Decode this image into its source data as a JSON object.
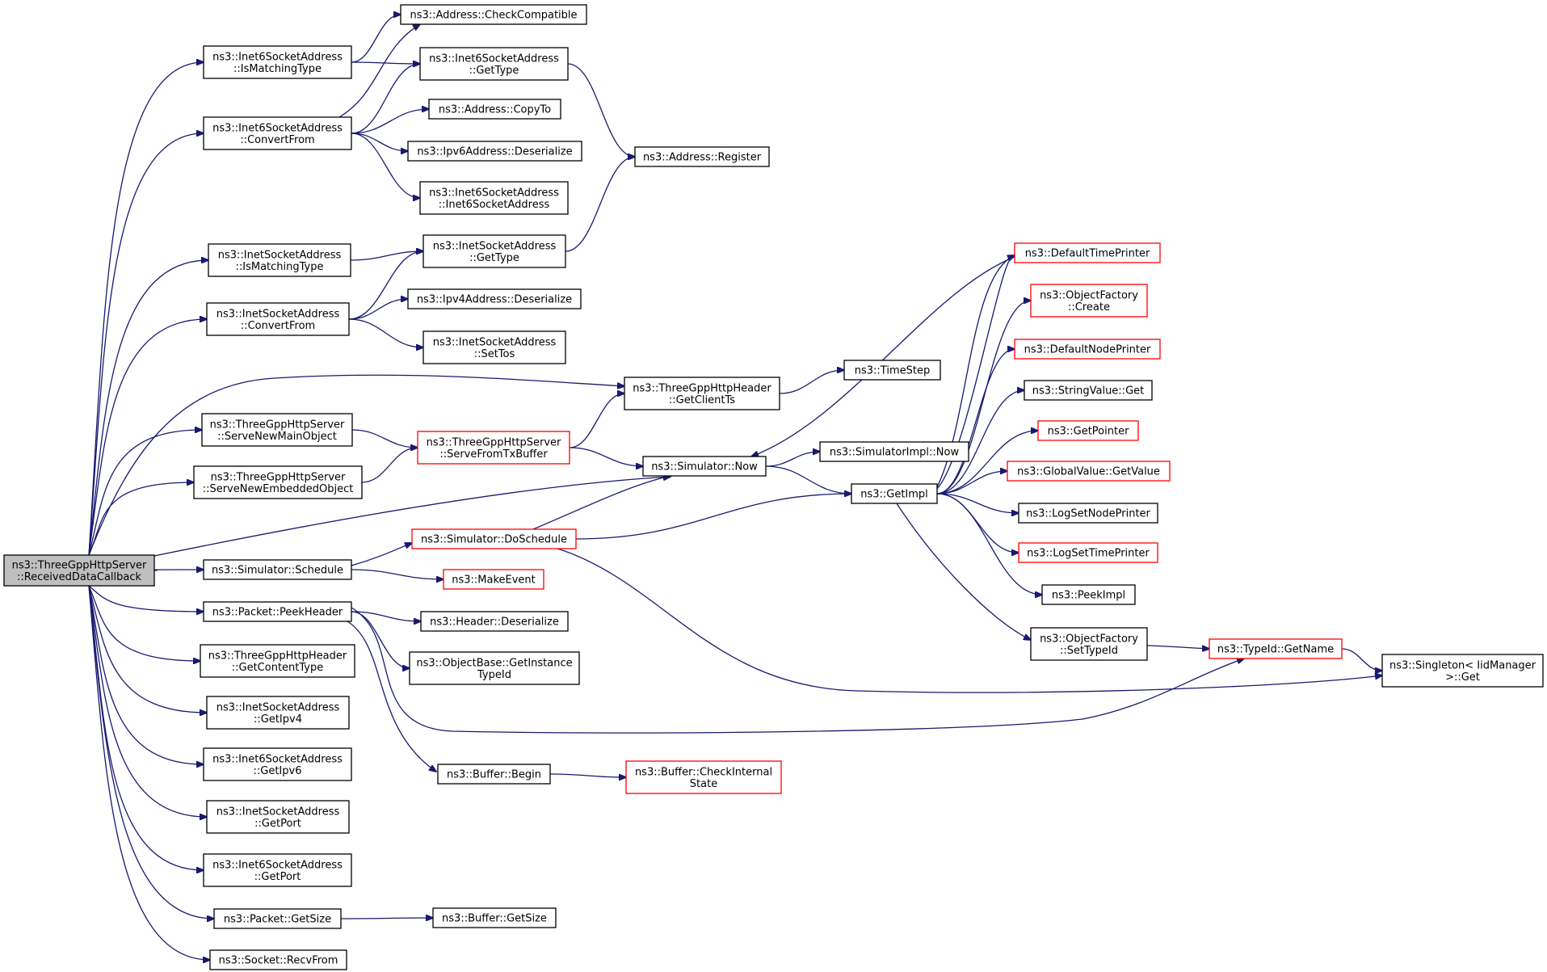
{
  "colors": {
    "edge": "#191970",
    "node_border": "#000000",
    "node_border_truncated": "#ff0000",
    "root_fill": "#bfbfbf",
    "node_fill": "#ffffff"
  },
  "nodes": [
    {
      "id": "root",
      "lines": [
        "ns3::ThreeGppHttpServer",
        "::ReceivedDataCallback"
      ],
      "kind": "root"
    },
    {
      "id": "inet6_ismatching",
      "lines": [
        "ns3::Inet6SocketAddress",
        "::IsMatchingType"
      ],
      "kind": "normal"
    },
    {
      "id": "inet6_convertfrom",
      "lines": [
        "ns3::Inet6SocketAddress",
        "::ConvertFrom"
      ],
      "kind": "normal"
    },
    {
      "id": "inet_ismatching",
      "lines": [
        "ns3::InetSocketAddress",
        "::IsMatchingType"
      ],
      "kind": "normal"
    },
    {
      "id": "inet_convertfrom",
      "lines": [
        "ns3::InetSocketAddress",
        "::ConvertFrom"
      ],
      "kind": "normal"
    },
    {
      "id": "serve_main",
      "lines": [
        "ns3::ThreeGppHttpServer",
        "::ServeNewMainObject"
      ],
      "kind": "normal"
    },
    {
      "id": "serve_embedded",
      "lines": [
        "ns3::ThreeGppHttpServer",
        "::ServeNewEmbeddedObject"
      ],
      "kind": "normal"
    },
    {
      "id": "sim_schedule",
      "lines": [
        "ns3::Simulator::Schedule"
      ],
      "kind": "normal"
    },
    {
      "id": "peekheader",
      "lines": [
        "ns3::Packet::PeekHeader"
      ],
      "kind": "normal"
    },
    {
      "id": "getcontenttype",
      "lines": [
        "ns3::ThreeGppHttpHeader",
        "::GetContentType"
      ],
      "kind": "normal"
    },
    {
      "id": "inet_getipv4",
      "lines": [
        "ns3::InetSocketAddress",
        "::GetIpv4"
      ],
      "kind": "normal"
    },
    {
      "id": "inet6_getipv6",
      "lines": [
        "ns3::Inet6SocketAddress",
        "::GetIpv6"
      ],
      "kind": "normal"
    },
    {
      "id": "inet_getport",
      "lines": [
        "ns3::InetSocketAddress",
        "::GetPort"
      ],
      "kind": "normal"
    },
    {
      "id": "inet6_getport",
      "lines": [
        "ns3::Inet6SocketAddress",
        "::GetPort"
      ],
      "kind": "normal"
    },
    {
      "id": "packet_getsize",
      "lines": [
        "ns3::Packet::GetSize"
      ],
      "kind": "normal"
    },
    {
      "id": "socket_recvfrom",
      "lines": [
        "ns3::Socket::RecvFrom"
      ],
      "kind": "normal"
    },
    {
      "id": "addr_checkcompat",
      "lines": [
        "ns3::Address::CheckCompatible"
      ],
      "kind": "normal"
    },
    {
      "id": "inet6_gettype",
      "lines": [
        "ns3::Inet6SocketAddress",
        "::GetType"
      ],
      "kind": "normal"
    },
    {
      "id": "addr_copyto",
      "lines": [
        "ns3::Address::CopyTo"
      ],
      "kind": "normal"
    },
    {
      "id": "ipv6_deser",
      "lines": [
        "ns3::Ipv6Address::Deserialize"
      ],
      "kind": "normal"
    },
    {
      "id": "inet6_ctor",
      "lines": [
        "ns3::Inet6SocketAddress",
        "::Inet6SocketAddress"
      ],
      "kind": "normal"
    },
    {
      "id": "addr_register",
      "lines": [
        "ns3::Address::Register"
      ],
      "kind": "normal"
    },
    {
      "id": "inet_gettype",
      "lines": [
        "ns3::InetSocketAddress",
        "::GetType"
      ],
      "kind": "normal"
    },
    {
      "id": "ipv4_deser",
      "lines": [
        "ns3::Ipv4Address::Deserialize"
      ],
      "kind": "normal"
    },
    {
      "id": "inet_settos",
      "lines": [
        "ns3::InetSocketAddress",
        "::SetTos"
      ],
      "kind": "normal"
    },
    {
      "id": "getclientts",
      "lines": [
        "ns3::ThreeGppHttpHeader",
        "::GetClientTs"
      ],
      "kind": "normal"
    },
    {
      "id": "timestep",
      "lines": [
        "ns3::TimeStep"
      ],
      "kind": "normal"
    },
    {
      "id": "servefromtx",
      "lines": [
        "ns3::ThreeGppHttpServer",
        "::ServeFromTxBuffer"
      ],
      "kind": "truncated"
    },
    {
      "id": "sim_now",
      "lines": [
        "ns3::Simulator::Now"
      ],
      "kind": "normal"
    },
    {
      "id": "simimpl_now",
      "lines": [
        "ns3::SimulatorImpl::Now"
      ],
      "kind": "normal"
    },
    {
      "id": "getimpl",
      "lines": [
        "ns3::GetImpl"
      ],
      "kind": "normal"
    },
    {
      "id": "doschedule",
      "lines": [
        "ns3::Simulator::DoSchedule"
      ],
      "kind": "truncated"
    },
    {
      "id": "makeevent",
      "lines": [
        "ns3::MakeEvent"
      ],
      "kind": "truncated"
    },
    {
      "id": "header_deser",
      "lines": [
        "ns3::Header::Deserialize"
      ],
      "kind": "normal"
    },
    {
      "id": "getinstancetypeid",
      "lines": [
        "ns3::ObjectBase::GetInstance",
        "TypeId"
      ],
      "kind": "normal"
    },
    {
      "id": "buffer_begin",
      "lines": [
        "ns3::Buffer::Begin"
      ],
      "kind": "normal"
    },
    {
      "id": "buffer_checkinternal",
      "lines": [
        "ns3::Buffer::CheckInternal",
        "State"
      ],
      "kind": "truncated"
    },
    {
      "id": "buffer_getsize",
      "lines": [
        "ns3::Buffer::GetSize"
      ],
      "kind": "normal"
    },
    {
      "id": "defaulttimeprinter",
      "lines": [
        "ns3::DefaultTimePrinter"
      ],
      "kind": "truncated"
    },
    {
      "id": "objfactory_create",
      "lines": [
        "ns3::ObjectFactory",
        "::Create"
      ],
      "kind": "truncated"
    },
    {
      "id": "defaultnodeprinter",
      "lines": [
        "ns3::DefaultNodePrinter"
      ],
      "kind": "truncated"
    },
    {
      "id": "stringvalue_get",
      "lines": [
        "ns3::StringValue::Get"
      ],
      "kind": "normal"
    },
    {
      "id": "getpointer",
      "lines": [
        "ns3::GetPointer"
      ],
      "kind": "truncated"
    },
    {
      "id": "globalvalue_getvalue",
      "lines": [
        "ns3::GlobalValue::GetValue"
      ],
      "kind": "truncated"
    },
    {
      "id": "logsetnodeprinter",
      "lines": [
        "ns3::LogSetNodePrinter"
      ],
      "kind": "normal"
    },
    {
      "id": "logsettimeprinter",
      "lines": [
        "ns3::LogSetTimePrinter"
      ],
      "kind": "truncated"
    },
    {
      "id": "peekimpl",
      "lines": [
        "ns3::PeekImpl"
      ],
      "kind": "normal"
    },
    {
      "id": "objfactory_settypeid",
      "lines": [
        "ns3::ObjectFactory",
        "::SetTypeId"
      ],
      "kind": "normal"
    },
    {
      "id": "typeid_getname",
      "lines": [
        "ns3::TypeId::GetName"
      ],
      "kind": "truncated"
    },
    {
      "id": "singleton_get",
      "lines": [
        "ns3::Singleton< IidManager",
        " >::Get"
      ],
      "kind": "normal"
    }
  ],
  "edges": [
    [
      "root",
      "inet6_ismatching"
    ],
    [
      "root",
      "inet6_convertfrom"
    ],
    [
      "root",
      "inet_ismatching"
    ],
    [
      "root",
      "inet_convertfrom"
    ],
    [
      "root",
      "getclientts"
    ],
    [
      "root",
      "serve_main"
    ],
    [
      "root",
      "serve_embedded"
    ],
    [
      "root",
      "sim_now"
    ],
    [
      "root",
      "sim_schedule"
    ],
    [
      "root",
      "peekheader"
    ],
    [
      "root",
      "getcontenttype"
    ],
    [
      "root",
      "inet_getipv4"
    ],
    [
      "root",
      "inet6_getipv6"
    ],
    [
      "root",
      "inet_getport"
    ],
    [
      "root",
      "inet6_getport"
    ],
    [
      "root",
      "packet_getsize"
    ],
    [
      "root",
      "socket_recvfrom"
    ],
    [
      "inet6_ismatching",
      "addr_checkcompat"
    ],
    [
      "inet6_ismatching",
      "inet6_gettype"
    ],
    [
      "inet6_convertfrom",
      "addr_checkcompat"
    ],
    [
      "inet6_convertfrom",
      "inet6_gettype"
    ],
    [
      "inet6_convertfrom",
      "addr_copyto"
    ],
    [
      "inet6_convertfrom",
      "ipv6_deser"
    ],
    [
      "inet6_convertfrom",
      "inet6_ctor"
    ],
    [
      "inet6_gettype",
      "addr_register"
    ],
    [
      "inet_gettype",
      "addr_register"
    ],
    [
      "inet_ismatching",
      "inet_gettype"
    ],
    [
      "inet_convertfrom",
      "inet_gettype"
    ],
    [
      "inet_convertfrom",
      "ipv4_deser"
    ],
    [
      "inet_convertfrom",
      "inet_settos"
    ],
    [
      "getclientts",
      "timestep"
    ],
    [
      "serve_main",
      "servefromtx"
    ],
    [
      "serve_embedded",
      "servefromtx"
    ],
    [
      "servefromtx",
      "getclientts"
    ],
    [
      "servefromtx",
      "sim_now"
    ],
    [
      "sim_now",
      "simimpl_now"
    ],
    [
      "sim_now",
      "getimpl"
    ],
    [
      "sim_schedule",
      "doschedule"
    ],
    [
      "sim_schedule",
      "makeevent"
    ],
    [
      "doschedule",
      "sim_now"
    ],
    [
      "doschedule",
      "getimpl"
    ],
    [
      "doschedule",
      "singleton_get"
    ],
    [
      "peekheader",
      "header_deser"
    ],
    [
      "peekheader",
      "getinstancetypeid"
    ],
    [
      "peekheader",
      "buffer_begin"
    ],
    [
      "peekheader",
      "typeid_getname"
    ],
    [
      "buffer_begin",
      "buffer_checkinternal"
    ],
    [
      "packet_getsize",
      "buffer_getsize"
    ],
    [
      "getimpl",
      "defaulttimeprinter"
    ],
    [
      "getimpl",
      "objfactory_create"
    ],
    [
      "getimpl",
      "defaultnodeprinter"
    ],
    [
      "getimpl",
      "stringvalue_get"
    ],
    [
      "getimpl",
      "getpointer"
    ],
    [
      "getimpl",
      "globalvalue_getvalue"
    ],
    [
      "getimpl",
      "logsetnodeprinter"
    ],
    [
      "getimpl",
      "logsettimeprinter"
    ],
    [
      "getimpl",
      "peekimpl"
    ],
    [
      "getimpl",
      "objfactory_settypeid"
    ],
    [
      "getimpl",
      "sim_now"
    ],
    [
      "objfactory_settypeid",
      "typeid_getname"
    ],
    [
      "typeid_getname",
      "singleton_get"
    ]
  ]
}
